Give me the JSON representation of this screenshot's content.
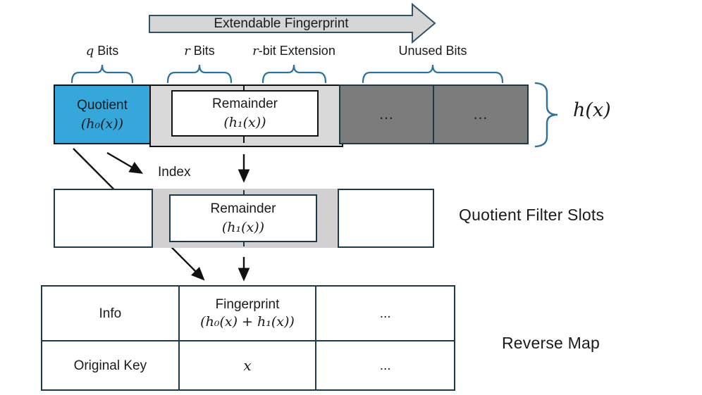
{
  "colors": {
    "quotient_blue": "#35a7db",
    "light_gray": "#d9d9d9",
    "slot_gray": "#d2d0d0",
    "dark_gray": "#7c7c7c",
    "arrow_fill": "#d6d6d6",
    "arrow_stroke": "#2f5469",
    "brace_blue": "#2b72a0",
    "border_dark": "#1b3a4a",
    "border_black": "#111111",
    "text_color": "#1a1a1a"
  },
  "header_arrow": {
    "label": "Extendable Fingerprint"
  },
  "bit_labels": [
    {
      "math": "q",
      "text": " Bits"
    },
    {
      "math": "r",
      "text": " Bits"
    },
    {
      "math": "r",
      "text": "-bit Extension"
    },
    {
      "math": "",
      "text": "Unused Bits"
    }
  ],
  "fingerprint_bar": {
    "quotient_line1": "Quotient",
    "quotient_line2": "(h₀(x))",
    "remainder_line1": "Remainder",
    "remainder_line2": "(h₁(x))",
    "unused_cell1": "...",
    "unused_cell2": "...",
    "hash_label": "h(x)"
  },
  "index_label": "Index",
  "filter_slots": {
    "remainder_line1": "Remainder",
    "remainder_line2": "(h₁(x))",
    "label": "Quotient Filter Slots"
  },
  "reverse_map": {
    "label": "Reverse Map",
    "row1": {
      "col1": "Info",
      "col2_line1": "Fingerprint",
      "col2_line2": "(h₀(x) + h₁(x))",
      "col3": "..."
    },
    "row2": {
      "col1": "Original Key",
      "col2": "x",
      "col3": "..."
    }
  }
}
